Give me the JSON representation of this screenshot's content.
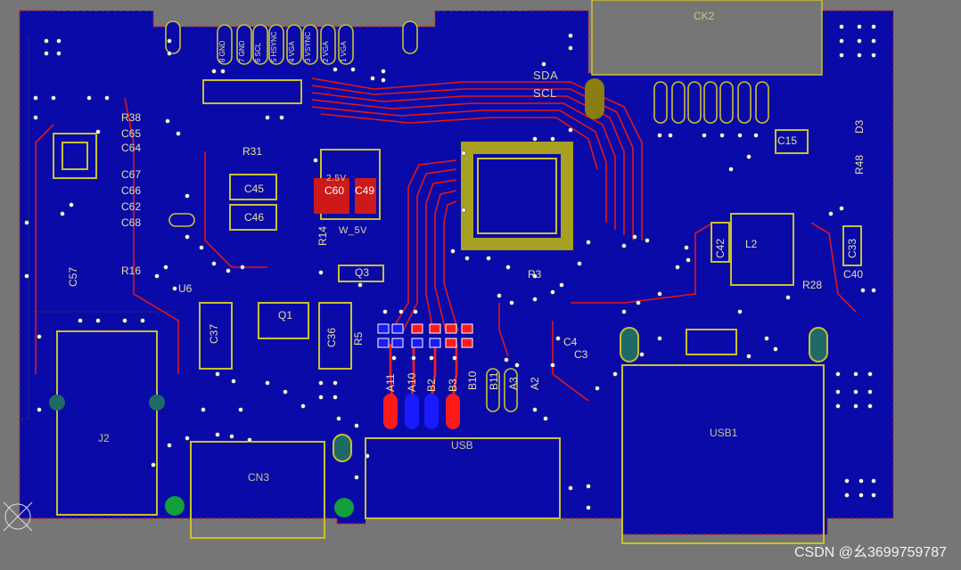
{
  "board": {
    "colors": {
      "background": "#767676",
      "copper_pour": "#0a0aa8",
      "board_edge": "#0e0e7a",
      "top_trace": "#ff2020",
      "silkscreen": "#c8c030",
      "pad_red": "#ff1a1a",
      "pad_blue": "#1a1aff",
      "via_teal": "#2a8a80"
    },
    "nets": {
      "sda": "SDA",
      "scl": "SCL",
      "vcc_label": "W_5V",
      "power": "2.5V"
    },
    "connectors": {
      "ck2": "CK2",
      "usb1": "USB1",
      "cn3": "CN3",
      "j2": "J2",
      "usb_c": "USB"
    },
    "usbc_pins": {
      "a11": "A11",
      "a10": "A10",
      "b2": "B2",
      "b3": "B3",
      "b10": "B10",
      "b11": "B11",
      "a3": "A3",
      "a2": "A2"
    },
    "components": {
      "c45": "C45",
      "c46": "C46",
      "c60": "C60",
      "c49": "C49",
      "c42": "C42",
      "c40": "C40",
      "c36": "C36",
      "c37": "C37",
      "c65": "C65",
      "c64": "C64",
      "c67": "C67",
      "c66": "C66",
      "c62": "C62",
      "c68": "C68",
      "c57": "C57",
      "c3": "C3",
      "c4": "C4",
      "c33": "C33",
      "c15": "C15",
      "r38": "R38",
      "r28": "R28",
      "r14": "R14",
      "r31": "R31",
      "r16": "R16",
      "r48": "R48",
      "r5": "R5",
      "r3": "R3",
      "q1": "Q1",
      "q3": "Q3",
      "l2": "L2",
      "d3": "D3",
      "u6": "U6"
    },
    "header_pins": [
      "8 GND",
      "7 GND",
      "6 SCL",
      "5 HSYNC",
      "4 VGA",
      "3 VSYNC",
      "2 VGA",
      "1 VGA"
    ],
    "watermark": "CSDN @幺3699759787"
  }
}
